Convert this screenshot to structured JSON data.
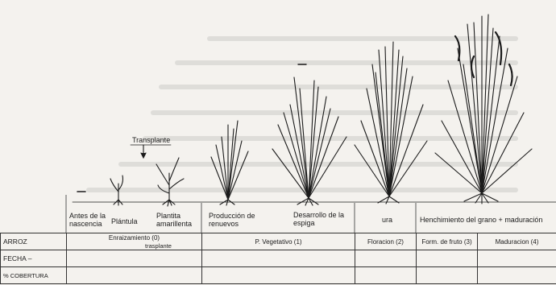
{
  "transplant_callout": "Transplante",
  "stages": [
    {
      "id": "before",
      "label": "Antes de la nascencia"
    },
    {
      "id": "seedling",
      "label": "Plántula"
    },
    {
      "id": "yellow",
      "label": "Plantita amarillenta"
    },
    {
      "id": "tillers",
      "label": "Producción de renuevos"
    },
    {
      "id": "spike",
      "label": "Desarrollo de la espiga"
    },
    {
      "id": "flowering",
      "label": "ura"
    },
    {
      "id": "filling",
      "label": "Henchimiento del grano + maduración"
    }
  ],
  "table": {
    "rows": [
      "ARROZ",
      "FECHA",
      "% COBERTURA"
    ],
    "fecha_mark": "–",
    "phases": [
      {
        "id": "rooting",
        "label": "Enraizamiento (0)",
        "sub": "trasplante"
      },
      {
        "id": "vegetative",
        "label": "P. Vegetativo (1)"
      },
      {
        "id": "floracion",
        "label": "Floracion (2)"
      },
      {
        "id": "fruit",
        "label": "Form. de fruto (3)"
      },
      {
        "id": "ripening",
        "label": "Maduracion (4)"
      }
    ]
  },
  "colors": {
    "ink": "#1b1b1b",
    "paper": "#f4f2ee",
    "ghost": "#7a7a7a"
  }
}
